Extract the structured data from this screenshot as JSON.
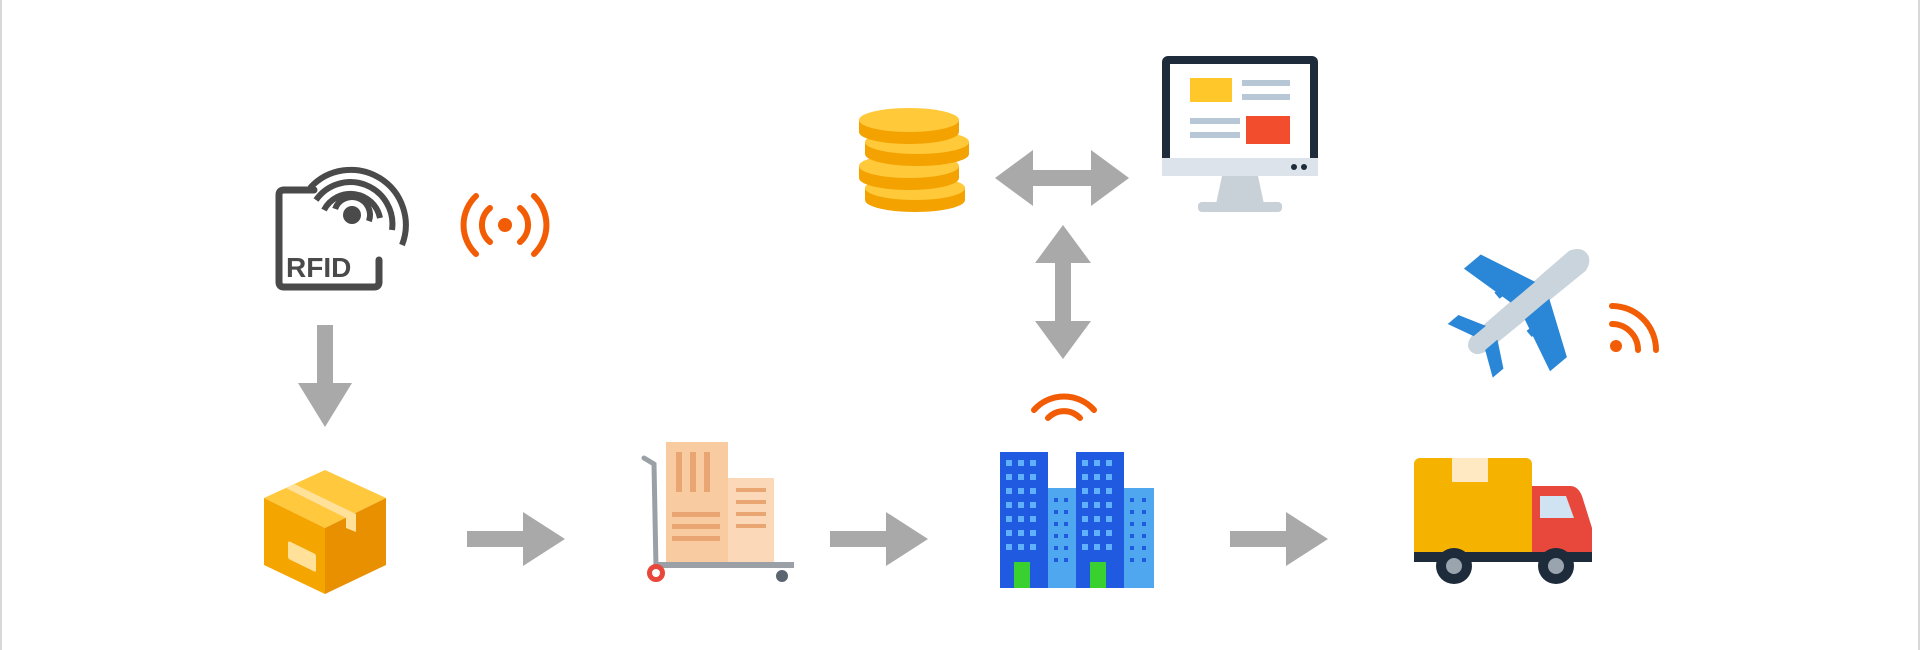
{
  "diagram": {
    "rfid_tag": {
      "label": "RFID",
      "icon": "rfid-tag-icon"
    },
    "nodes": [
      {
        "id": "rfid",
        "icon": "rfid-tag-icon"
      },
      {
        "id": "rfid-signal",
        "icon": "broadcast-signal-icon"
      },
      {
        "id": "package",
        "icon": "package-box-icon"
      },
      {
        "id": "trolley",
        "icon": "hand-trolley-boxes-icon"
      },
      {
        "id": "warehouse",
        "icon": "office-buildings-icon"
      },
      {
        "id": "truck",
        "icon": "delivery-truck-icon"
      },
      {
        "id": "coins",
        "icon": "coin-stack-icon"
      },
      {
        "id": "monitor",
        "icon": "computer-monitor-icon"
      },
      {
        "id": "airplane",
        "icon": "airplane-icon"
      }
    ],
    "colors": {
      "arrow": "#a9a9a9",
      "signal": "#f25c05",
      "box": "#f5a500",
      "coin": "#f7b500",
      "building": "#1f5ae0",
      "truck_body": "#f5b300",
      "truck_cab": "#e8473b",
      "plane": "#2a86d6",
      "monitor_frame": "#1d2b3a",
      "rfid_gray": "#4a4a4a"
    }
  }
}
